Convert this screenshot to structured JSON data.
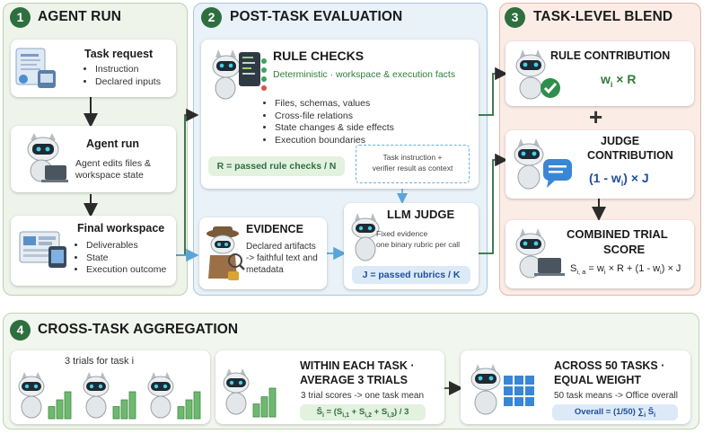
{
  "colors": {
    "green_dark": "#2f6f3f",
    "green_text": "#2f7d3b",
    "blue_text": "#1f4e9c",
    "arrow": "#2b2b2b",
    "blue_arrow": "#5aa4d8"
  },
  "panel1": {
    "number": "1",
    "title": "AGENT RUN",
    "task_request": {
      "title": "Task request",
      "items": [
        "Instruction",
        "Declared inputs"
      ],
      "icon": "document-icon"
    },
    "agent_run": {
      "title": "Agent run",
      "text_lines": [
        "Agent edits files &",
        "workspace state"
      ],
      "icon": "robot-laptop-icon"
    },
    "final_workspace": {
      "title": "Final workspace",
      "items": [
        "Deliverables",
        "State",
        "Execution outcome"
      ],
      "icon": "dashboard-icon"
    }
  },
  "panel2": {
    "number": "2",
    "title": "POST-TASK EVALUATION",
    "rule_checks": {
      "title": "RULE CHECKS",
      "subtitle": "Deterministic · workspace & execution facts",
      "items": [
        "Files, schemas, values",
        "Cross-file relations",
        "State changes & side effects",
        "Execution boundaries"
      ],
      "formula": "R = passed rule checks / N",
      "note_lines": [
        "Task instruction +",
        "verifier result as context"
      ]
    },
    "evidence": {
      "title": "EVIDENCE",
      "text_lines": [
        "Declared artifacts",
        "-> faithful text and",
        "metadata"
      ],
      "icon": "detective-icon"
    },
    "llm_judge": {
      "title": "LLM JUDGE",
      "text_lines": [
        "Fixed evidence",
        "one binary rubric per call"
      ],
      "formula": "J = passed rubrics / K"
    }
  },
  "panel3": {
    "number": "3",
    "title": "TASK-LEVEL BLEND",
    "rule_contribution": {
      "title": "RULE CONTRIBUTION",
      "formula_base": "w",
      "formula_sub": "i",
      "formula_rest": " × R"
    },
    "plus": "+",
    "judge_contribution": {
      "title_lines": [
        "JUDGE",
        "CONTRIBUTION"
      ],
      "formula_a": "(1 - w",
      "formula_sub": "i",
      "formula_b": ") × J"
    },
    "combined": {
      "title_lines": [
        "COMBINED TRIAL",
        "SCORE"
      ],
      "formula": "S_{i,a} = w_i × R + (1 - w_i) × J"
    }
  },
  "panel4": {
    "number": "4",
    "title": "CROSS-TASK AGGREGATION",
    "trials": {
      "label": "3 trials for task i",
      "bar_values": [
        [
          0.45,
          0.7,
          1.0
        ],
        [
          0.45,
          0.7,
          1.0
        ],
        [
          0.45,
          0.7,
          1.0
        ]
      ]
    },
    "within": {
      "title_lines": [
        "WITHIN EACH TASK ·",
        "AVERAGE 3 TRIALS"
      ],
      "text": "3 trial scores -> one task mean",
      "formula": "S̄_i = (S_{i,1} + S_{i,2} + S_{i,3}) / 3",
      "bar_values": [
        0.45,
        0.7,
        1.0
      ]
    },
    "across": {
      "title_lines": [
        "ACROSS 50 TASKS ·",
        "EQUAL WEIGHT"
      ],
      "text": "50 task means -> Office overall",
      "formula": "Overall = (1/50) ∑_i S̄_i"
    }
  }
}
